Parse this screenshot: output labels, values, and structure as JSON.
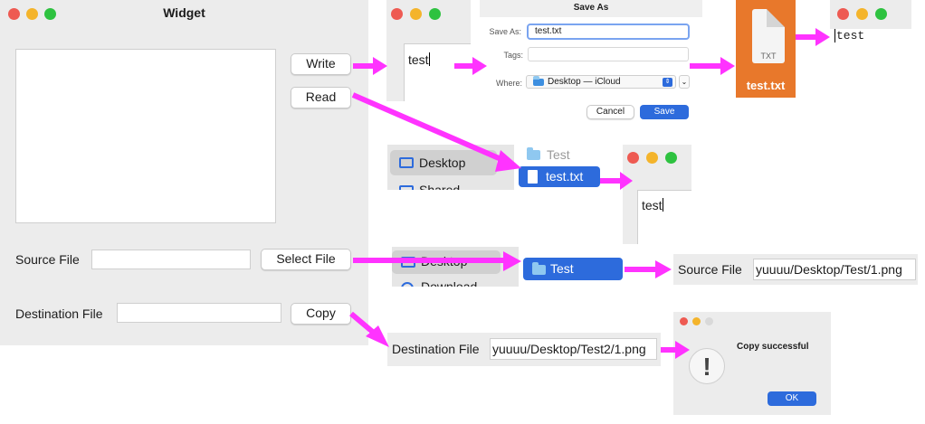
{
  "widget": {
    "title": "Widget",
    "write_button": "Write",
    "read_button": "Read",
    "source_label": "Source File",
    "select_button": "Select File",
    "dest_label": "Destination File",
    "copy_button": "Copy"
  },
  "write_text": "test",
  "save_dialog": {
    "title": "Save As",
    "save_as_label": "Save As:",
    "filename": "test.txt",
    "tags_label": "Tags:",
    "where_label": "Where:",
    "location": "Desktop — iCloud",
    "cancel_button": "Cancel",
    "save_button": "Save"
  },
  "txt_file": {
    "badge": "TXT",
    "name": "test.txt"
  },
  "result_text": "test",
  "finder_read": {
    "sidebar_item": "Desktop",
    "sidebar_partial": "Shared",
    "folder_item": "Test",
    "file_item": "test.txt"
  },
  "read_result": "test",
  "finder_select": {
    "sidebar_item": "Desktop",
    "sidebar_partial": "Download",
    "folder_item": "Test"
  },
  "source_result": {
    "label": "Source File",
    "value": "yuuuu/Desktop/Test/1.png"
  },
  "dest_result": {
    "label": "Destination File",
    "value": "yuuuu/Desktop/Test2/1.png"
  },
  "alert": {
    "message": "Copy successful",
    "ok_button": "OK",
    "icon": "exclamation-icon"
  },
  "colors": {
    "arrow": "#ff33ff",
    "accent": "#2d6bdc",
    "panel": "#ececec"
  }
}
